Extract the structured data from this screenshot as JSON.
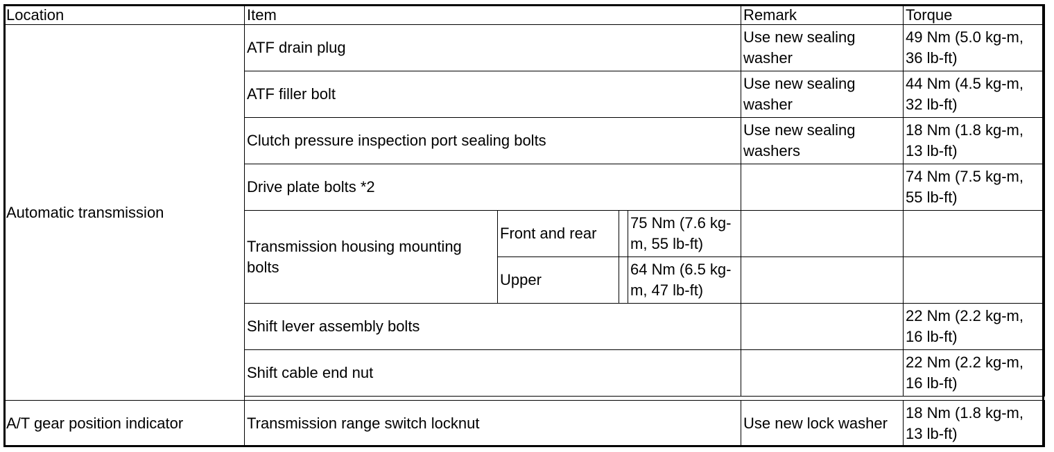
{
  "headers": {
    "location": "Location",
    "item": "Item",
    "remark": "Remark",
    "torque": "Torque"
  },
  "automatic_transmission": {
    "location": "Automatic transmission",
    "rows": [
      {
        "item": "ATF drain plug",
        "remark": "Use new sealing washer",
        "torque": "49 Nm (5.0 kg-m, 36 lb-ft)"
      },
      {
        "item": "ATF filler bolt",
        "remark": "Use new sealing washer",
        "torque": "44 Nm (4.5 kg-m, 32 lb-ft)"
      },
      {
        "item": "Clutch pressure inspection port sealing bolts",
        "remark": "Use new sealing washers",
        "torque": "18 Nm (1.8 kg-m, 13 lb-ft)"
      },
      {
        "item": "Drive plate bolts *2",
        "remark": "",
        "torque": "74 Nm (7.5 kg-m, 55 lb-ft)"
      }
    ],
    "housing": {
      "item": "Transmission housing mounting bolts",
      "sub": [
        {
          "position": "Front and rear",
          "torque": "75 Nm (7.6 kg-m, 55 lb-ft)"
        },
        {
          "position": "Upper",
          "torque": "64 Nm (6.5 kg-m, 47 lb-ft)"
        }
      ]
    },
    "rows_after": [
      {
        "item": "Shift lever assembly bolts",
        "remark": "",
        "torque": "22 Nm (2.2 kg-m, 16 lb-ft)"
      },
      {
        "item": "Shift cable end nut",
        "remark": "",
        "torque": "22 Nm (2.2 kg-m, 16 lb-ft)"
      }
    ]
  },
  "gear_indicator": {
    "location": "A/T gear position indicator",
    "item": "Transmission range switch locknut",
    "remark": "Use new lock washer",
    "torque": "18 Nm (1.8 kg-m, 13 lb-ft)"
  }
}
